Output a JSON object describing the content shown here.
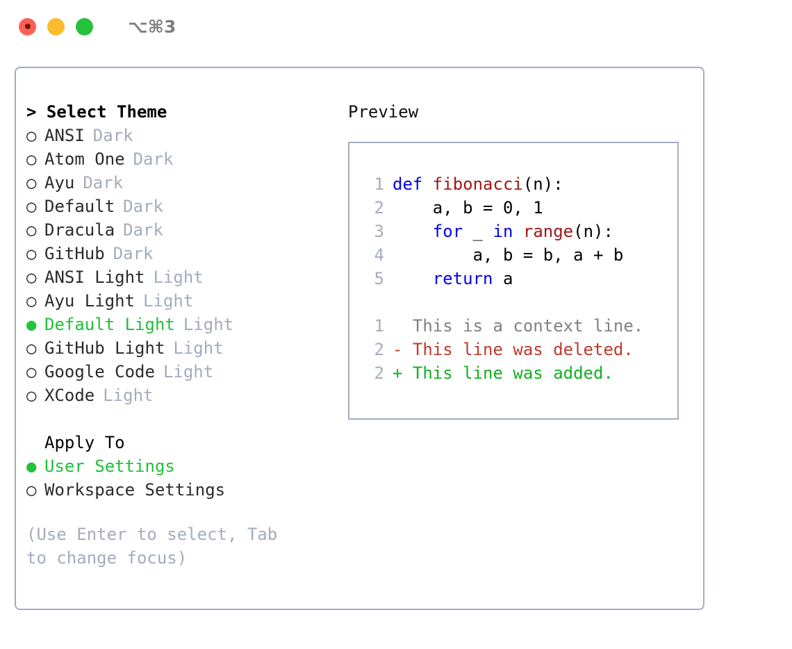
{
  "window": {
    "shortcut": "⌥⌘3",
    "traffic_lights": [
      {
        "name": "close",
        "color": "#FB6056"
      },
      {
        "name": "minimize",
        "color": "#FCBC2E"
      },
      {
        "name": "maximize",
        "color": "#25C33C"
      }
    ]
  },
  "colors": {
    "border": "#A3ACBD",
    "muted": "#A3ACBD",
    "selected_green": "#22BE3A",
    "keyword_blue": "#0000EE",
    "function_red": "#A31515",
    "diff_add": "#12B021",
    "diff_del": "#C0392B",
    "diff_ctx": "#808080"
  },
  "theme_list": {
    "header": "> Select Theme",
    "header_caret": ">",
    "header_label": "Select Theme",
    "markers": {
      "selected": "●",
      "unselected": "○"
    },
    "items": [
      {
        "label": "ANSI",
        "tag": "Dark",
        "selected": false
      },
      {
        "label": "Atom One",
        "tag": "Dark",
        "selected": false
      },
      {
        "label": "Ayu",
        "tag": "Dark",
        "selected": false
      },
      {
        "label": "Default",
        "tag": "Dark",
        "selected": false
      },
      {
        "label": "Dracula",
        "tag": "Dark",
        "selected": false
      },
      {
        "label": "GitHub",
        "tag": "Dark",
        "selected": false
      },
      {
        "label": "ANSI Light",
        "tag": "Light",
        "selected": false
      },
      {
        "label": "Ayu Light",
        "tag": "Light",
        "selected": false
      },
      {
        "label": "Default Light",
        "tag": "Light",
        "selected": true
      },
      {
        "label": "GitHub Light",
        "tag": "Light",
        "selected": false
      },
      {
        "label": "Google Code",
        "tag": "Light",
        "selected": false
      },
      {
        "label": "XCode",
        "tag": "Light",
        "selected": false
      }
    ]
  },
  "apply_to": {
    "header": "Apply To",
    "items": [
      {
        "label": "User Settings",
        "selected": true
      },
      {
        "label": "Workspace Settings",
        "selected": false
      }
    ]
  },
  "hint": "(Use Enter to select, Tab to change focus)",
  "preview": {
    "title": "Preview",
    "code_lines": [
      {
        "number": "1",
        "tokens": [
          {
            "text": "def ",
            "type": "keyword"
          },
          {
            "text": "fibonacci",
            "type": "function"
          },
          {
            "text": "(n):",
            "type": "plain"
          }
        ]
      },
      {
        "number": "2",
        "tokens": [
          {
            "text": "    a, b = 0, 1",
            "type": "plain"
          }
        ]
      },
      {
        "number": "3",
        "tokens": [
          {
            "text": "    ",
            "type": "plain"
          },
          {
            "text": "for",
            "type": "keyword"
          },
          {
            "text": " _ ",
            "type": "plain"
          },
          {
            "text": "in",
            "type": "keyword"
          },
          {
            "text": " ",
            "type": "plain"
          },
          {
            "text": "range",
            "type": "function"
          },
          {
            "text": "(n):",
            "type": "plain"
          }
        ]
      },
      {
        "number": "4",
        "tokens": [
          {
            "text": "        a, b = b, a + b",
            "type": "plain"
          }
        ]
      },
      {
        "number": "5",
        "tokens": [
          {
            "text": "    ",
            "type": "plain"
          },
          {
            "text": "return",
            "type": "keyword"
          },
          {
            "text": " a",
            "type": "plain"
          }
        ]
      }
    ],
    "diff_lines": [
      {
        "number": "1",
        "sign": " ",
        "text": " This is a context line.",
        "type": "context"
      },
      {
        "number": "2",
        "sign": "-",
        "text": " This line was deleted.",
        "type": "deleted"
      },
      {
        "number": "2",
        "sign": "+",
        "text": " This line was added.",
        "type": "added"
      }
    ]
  }
}
